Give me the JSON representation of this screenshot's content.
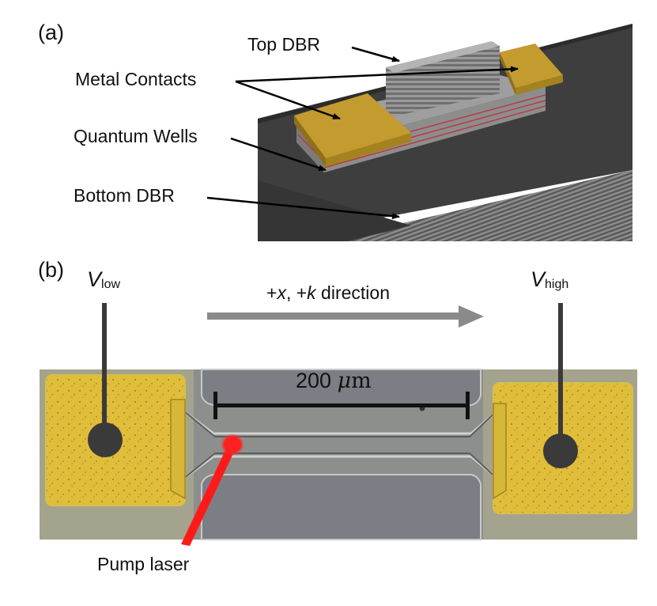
{
  "panel_a": {
    "label": "(a)",
    "callouts": {
      "top_dbr": "Top DBR",
      "metal_contacts": "Metal Contacts",
      "quantum_wells": "Quantum Wells",
      "bottom_dbr": "Bottom DBR"
    }
  },
  "panel_b": {
    "label": "(b)",
    "v_low": {
      "symbol": "V",
      "subscript": "low"
    },
    "v_high": {
      "symbol": "V",
      "subscript": "high"
    },
    "direction": {
      "part1": "+",
      "x": "x",
      "part2": ", +",
      "k": "k",
      "part3": " direction"
    },
    "scale_bar": {
      "value": "200 ",
      "mu": "μ",
      "unit": "m"
    },
    "pump_laser": "Pump laser"
  },
  "colors": {
    "gold": "#c9a12f",
    "contact_yellow": "#e6c43c",
    "substrate_dark": "#3b3b3b",
    "laser_red": "#ff1a1a",
    "arrow_gray": "#8a8a8a"
  }
}
